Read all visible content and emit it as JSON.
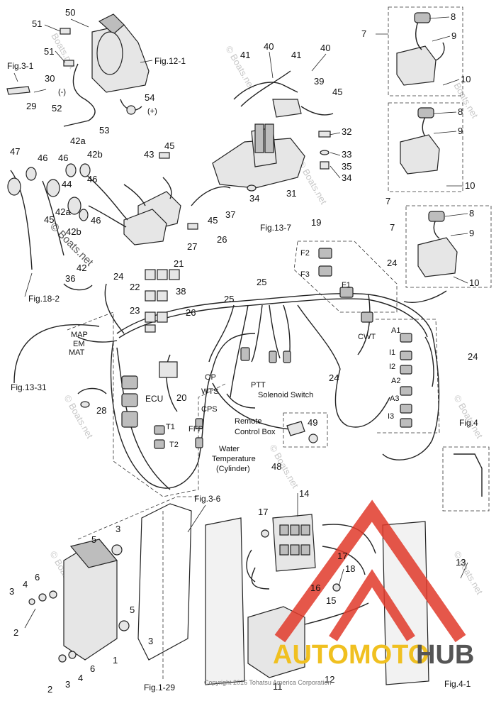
{
  "figure_refs": {
    "fig_3_1": "Fig.3-1",
    "fig_12_1": "Fig.12-1",
    "fig_13_7": "Fig.13-7",
    "fig_18_2": "Fig.18-2",
    "fig_13_31": "Fig.13-31",
    "fig_3_6": "Fig.3-6",
    "fig_4": "Fig.4",
    "fig_1_29": "Fig.1-29",
    "fig_4_1": "Fig.4-1"
  },
  "component_labels": {
    "map": "MAP",
    "em": "EM",
    "mat": "MAT",
    "ecu": "ECU",
    "op": "OP",
    "wts": "WTS",
    "cps": "CPS",
    "ffp": "FFP",
    "t1": "T1",
    "t2": "T2",
    "f1": "F1",
    "f2": "F2",
    "f3": "F3",
    "cwt": "CWT",
    "a1": "A1",
    "a2": "A2",
    "a3": "A3",
    "i1": "I1",
    "i2": "I2",
    "i3": "I3",
    "ptt": "PTT",
    "solenoid_switch": "Solenoid Switch",
    "remote": "Remote",
    "control_box": "Control Box",
    "water": "Water",
    "temperature": "Temperature",
    "cylinder": "(Cylinder)",
    "minus": "(-)",
    "plus": "(+)"
  },
  "part_numbers": {
    "n50": "50",
    "n51a": "51",
    "n51b": "51",
    "n30": "30",
    "n29": "29",
    "n52": "52",
    "n53": "53",
    "n54": "54",
    "n41a": "41",
    "n40a": "40",
    "n41b": "41",
    "n40b": "40",
    "n39": "39",
    "n45a": "45",
    "n32": "32",
    "n33": "33",
    "n35": "35",
    "n34a": "34",
    "n34b": "34",
    "n31": "31",
    "n42a": "42a",
    "n42b": "42b",
    "n43": "43",
    "n45b": "45",
    "n47": "47",
    "n46a": "46",
    "n46b": "46",
    "n46c": "46",
    "n44": "44",
    "n42a2": "42a",
    "n45c": "45",
    "n42b2": "42b",
    "n46d": "46",
    "n42": "42",
    "n36": "36",
    "n37": "37",
    "n45d": "45",
    "n7a": "7",
    "n8a": "8",
    "n9a": "9",
    "n10a": "10",
    "n7b": "7",
    "n8b": "8",
    "n9b": "9",
    "n10b": "10",
    "n7c": "7",
    "n8c": "8",
    "n9c": "9",
    "n10c": "10",
    "n19": "19",
    "n26a": "26",
    "n27": "27",
    "n21": "21",
    "n22": "22",
    "n23": "23",
    "n24a": "24",
    "n38": "38",
    "n26b": "26",
    "n25a": "25",
    "n25b": "25",
    "n24b": "24",
    "n24c": "24",
    "n24d": "24",
    "n20": "20",
    "n28": "28",
    "n49": "49",
    "n48": "48",
    "n14": "14",
    "n17a": "17",
    "n17b": "17",
    "n18": "18",
    "n16": "16",
    "n15": "15",
    "n13": "13",
    "n3a": "3",
    "n5a": "5",
    "n3b": "3",
    "n4a": "4",
    "n6a": "6",
    "n2a": "2",
    "n5b": "5",
    "n3c": "3",
    "n1": "1",
    "n6b": "6",
    "n4b": "4",
    "n3d": "3",
    "n2b": "2",
    "n11": "11",
    "n12": "12"
  },
  "watermarks": {
    "boats_net": "© Boats.net",
    "boats_net_plain": "Boats.net",
    "copyright": "Copyright 2016 Tohatsu America Corporation"
  },
  "logo": {
    "text_auto": "AUTOMOTO",
    "text_hub": "HUB",
    "color_primary": "#e03a2a",
    "color_secondary": "#f0c020",
    "color_text": "#555555"
  }
}
